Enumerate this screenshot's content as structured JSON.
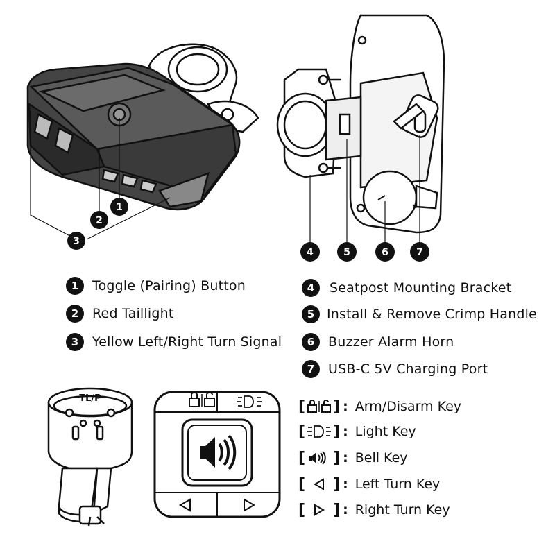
{
  "callouts": {
    "parts": [
      {
        "number": "1",
        "label": "Toggle (Pairing) Button"
      },
      {
        "number": "2",
        "label": "Red Taillight"
      },
      {
        "number": "3",
        "label": "Yellow Left/Right Turn Signal"
      },
      {
        "number": "4",
        "label": "Seatpost Mounting Bracket"
      },
      {
        "number": "5",
        "label": "Install & Remove Crimp Handle"
      },
      {
        "number": "6",
        "label": "Buzzer Alarm Horn"
      },
      {
        "number": "7",
        "label": "USB-C 5V Charging Port"
      }
    ]
  },
  "remote_keys": [
    {
      "icon": "lock-unlock-icon",
      "label": "Arm/Disarm Key"
    },
    {
      "icon": "light-icon",
      "label": "Light Key"
    },
    {
      "icon": "speaker-icon",
      "label": "Bell Key"
    },
    {
      "icon": "left-triangle-icon",
      "label": "Left Turn Key"
    },
    {
      "icon": "right-triangle-icon",
      "label": "Right Turn Key"
    }
  ],
  "mount_logo_text": "TL/P",
  "colors": {
    "ink": "#111111",
    "paper": "#ffffff"
  }
}
